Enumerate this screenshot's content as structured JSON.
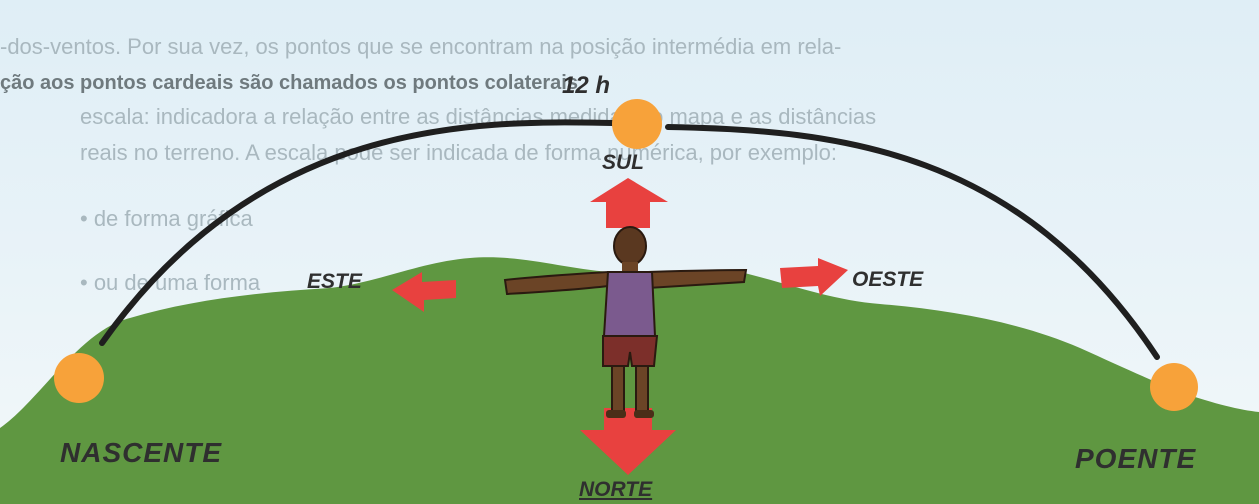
{
  "background_text": {
    "line1": "-dos-ventos. Por sua vez, os pontos que se encontram na posição intermédia em rela-",
    "line2": "ção aos pontos cardeais são chamados os pontos colaterais",
    "line3": "escala: indicadora a relação entre as distâncias medidas no mapa e as distâncias",
    "line4": "reais no terreno. A escala pode ser indicada de forma numérica, por exemplo:",
    "line5": "• de forma gráfica",
    "line6": "• ou de uma forma"
  },
  "labels": {
    "noon": "12 h",
    "south": "SUL",
    "east": "ESTE",
    "west": "OESTE",
    "sunrise": "NASCENTE",
    "sunset": "POENTE",
    "north": "NORTE"
  },
  "colors": {
    "sun": "#f7a23a",
    "arrow": "#e8413f",
    "hill": "#5f9741",
    "arc": "#1f1f1f",
    "shirt": "#7b5a8e",
    "shorts": "#7c2f2a",
    "skin": "#6b4426"
  }
}
